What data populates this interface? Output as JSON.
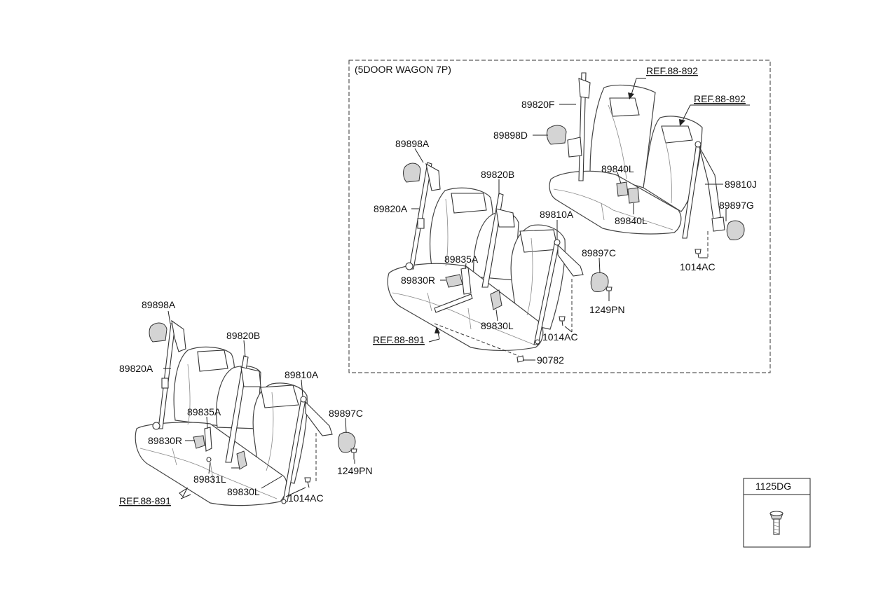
{
  "inset": {
    "title": "(5DOOR WAGON 7P)"
  },
  "bolt_box": {
    "label": "1125DG"
  },
  "labels_left": {
    "p89898A": "89898A",
    "p89820A": "89820A",
    "p89820B": "89820B",
    "p89810A": "89810A",
    "p89835A": "89835A",
    "p89830R": "89830R",
    "p89897C": "89897C",
    "p89831L": "89831L",
    "p89830L": "89830L",
    "p1249PN": "1249PN",
    "p1014AC": "1014AC",
    "ref": "REF.88-891"
  },
  "labels_inset": {
    "p89820F": "89820F",
    "p89898D": "89898D",
    "ref892a": "REF.88-892",
    "ref892b": "REF.88-892",
    "p89898A": "89898A",
    "p89820B": "89820B",
    "p89840L_top": "89840L",
    "p89810J": "89810J",
    "p89897G": "89897G",
    "p89820A": "89820A",
    "p89810A": "89810A",
    "p89840L_bot": "89840L",
    "p89835A": "89835A",
    "p89897C": "89897C",
    "p1014AC_right": "1014AC",
    "p89830R": "89830R",
    "p1249PN": "1249PN",
    "p89830L": "89830L",
    "p1014AC": "1014AC",
    "ref891": "REF.88-891",
    "p90782": "90782"
  }
}
